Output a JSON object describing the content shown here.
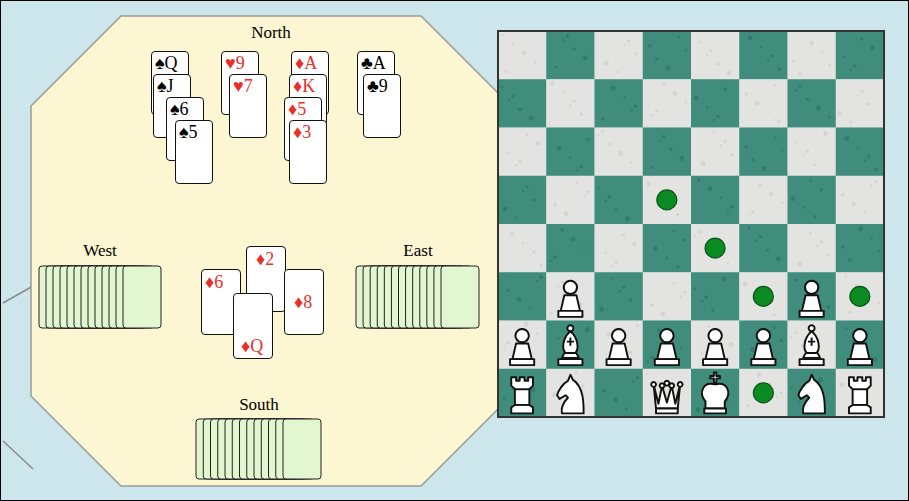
{
  "diagram": {
    "nodes": [
      {
        "text": [
          "♠Q"
        ]
      },
      {
        "text": [
          "♥9"
        ]
      },
      {
        "text": [
          "♦A"
        ]
      },
      {
        "text": [
          "♣A"
        ]
      },
      {
        "text": [
          "♠J"
        ]
      },
      {
        "text": [
          "♥7"
        ]
      },
      {
        "text": [
          "♦K"
        ]
      },
      {
        "text": [
          "♣9"
        ]
      },
      {
        "text": [
          "♠6"
        ]
      },
      {
        "text": [
          "♦5"
        ]
      },
      {
        "text": [
          "♠5"
        ]
      },
      {
        "text": [
          "♦3"
        ]
      },
      {
        "text": [
          "♦2"
        ]
      },
      {
        "text": [
          "♦6"
        ]
      },
      {
        "text": [
          "♦8"
        ]
      },
      {
        "text": [
          "♦Q"
        ]
      }
    ],
    "labels": [
      "North",
      "West",
      "East",
      "South"
    ]
  }
}
